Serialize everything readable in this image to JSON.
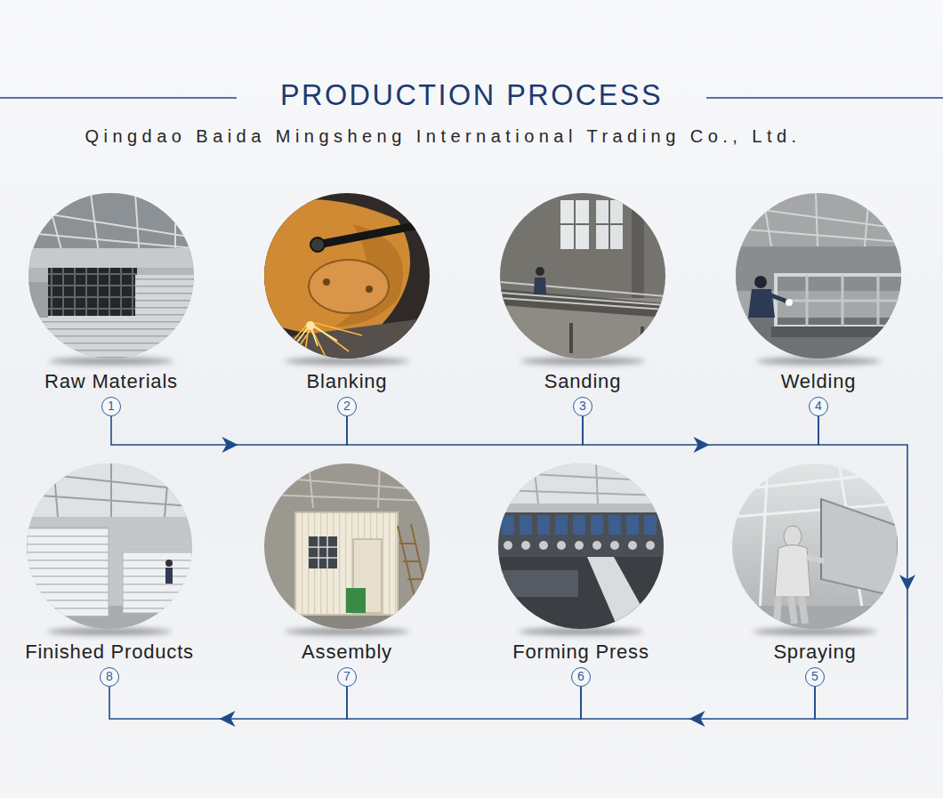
{
  "diagram": {
    "title": "PRODUCTION PROCESS",
    "nodes": [
      {
        "text": [
          "Raw Materials",
          "1"
        ]
      },
      {
        "text": [
          "Blanking",
          "2"
        ]
      },
      {
        "text": [
          "Sanding",
          "3"
        ]
      },
      {
        "text": [
          "Welding",
          "4"
        ]
      },
      {
        "text": [
          "Spraying",
          "5"
        ]
      },
      {
        "text": [
          "Forming Press",
          "6"
        ]
      },
      {
        "text": [
          "Assembly",
          "7"
        ]
      },
      {
        "text": [
          "Finished Products",
          "8"
        ]
      }
    ],
    "edges": [
      {
        "from": 0,
        "to": 1,
        "arrow": "to"
      },
      {
        "from": 1,
        "to": 2,
        "arrow": "none"
      },
      {
        "from": 2,
        "to": 3,
        "arrow": "to"
      },
      {
        "from": 3,
        "to": 4,
        "arrow": "to"
      },
      {
        "from": 4,
        "to": 5,
        "arrow": "to"
      },
      {
        "from": 5,
        "to": 6,
        "arrow": "none"
      },
      {
        "from": 6,
        "to": 7,
        "arrow": "to"
      }
    ],
    "labels": [
      "Qingdao Baida Mingsheng International Trading Co., Ltd."
    ]
  }
}
